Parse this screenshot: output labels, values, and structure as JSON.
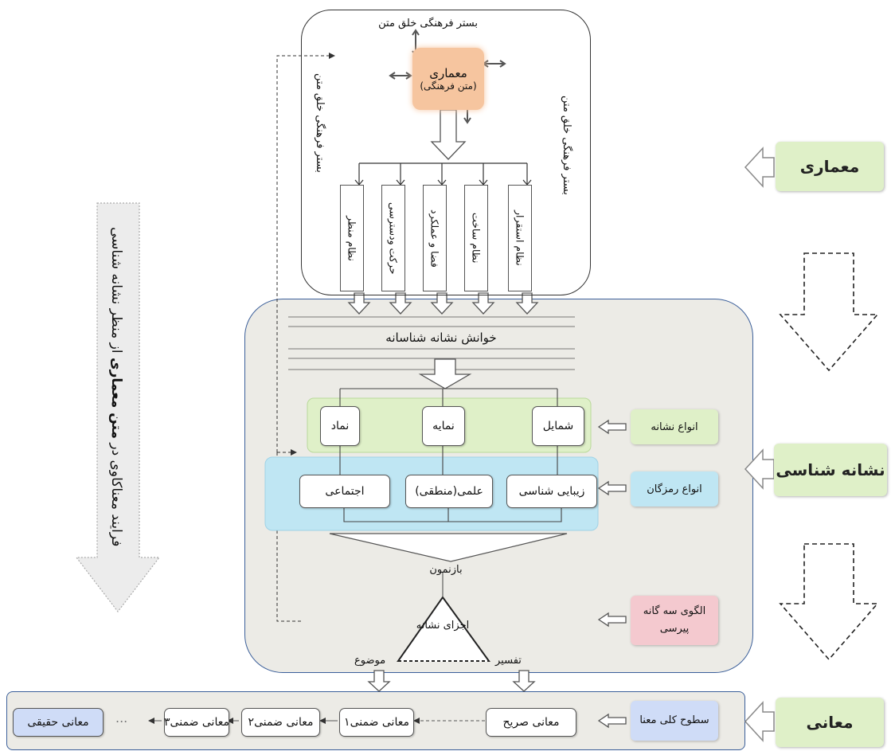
{
  "colors": {
    "green": "#dff0c8",
    "blue": "#bfe6f3",
    "pink": "#f4c9cf",
    "lavender": "#cfdcf7",
    "orange": "#f6c59f",
    "gray_panel": "#ecebe6"
  },
  "architecture": {
    "top_label": "بستر فرهنگی خلق متن",
    "left_label": "بستر فرهنگی خلق متن",
    "right_label": "بستر فرهنگی خلق متن",
    "center_title": "معماری",
    "center_sub": "(متن فرهنگی)",
    "columns": [
      "نظام منظر",
      "حرکت ودسترسی",
      "فضا و عملکرد",
      "نظام ساخت",
      "نظام استقرار"
    ]
  },
  "semiotics": {
    "reading_label": "خوانش نشانه شناسانه",
    "sign_types": [
      "نماد",
      "نمایه",
      "شمایل"
    ],
    "code_types": [
      "اجتماعی",
      "علمی(منطقی)",
      "زیبایی شناسی"
    ],
    "representation_label": "بازنمون",
    "triangle_label": "اجزای نشانه",
    "object_label": "موضوع",
    "interpretant_label": "تفسیر"
  },
  "side_labels": {
    "sign_types": "انواع نشانه",
    "code_types": "انواع رمزگان",
    "peirce_model": "الگوی سه گانه پیرسی",
    "meaning_levels": "سطوح کلی معنا"
  },
  "meanings": {
    "items": [
      "معانی صریح",
      "معانی ضمنی۱",
      "معانی ضمنی۲",
      "معانی ضمنی۳",
      "...",
      "معانی حقیقی"
    ]
  },
  "big_boxes": {
    "architecture": "معماری",
    "semiotics": "نشانه شناسی",
    "meanings": "معانی"
  },
  "process_label": {
    "prefix": "فرایند معناکاوی در",
    "emphasis": "متن معماری",
    "suffix": "از منظر نشانه شناسی"
  }
}
